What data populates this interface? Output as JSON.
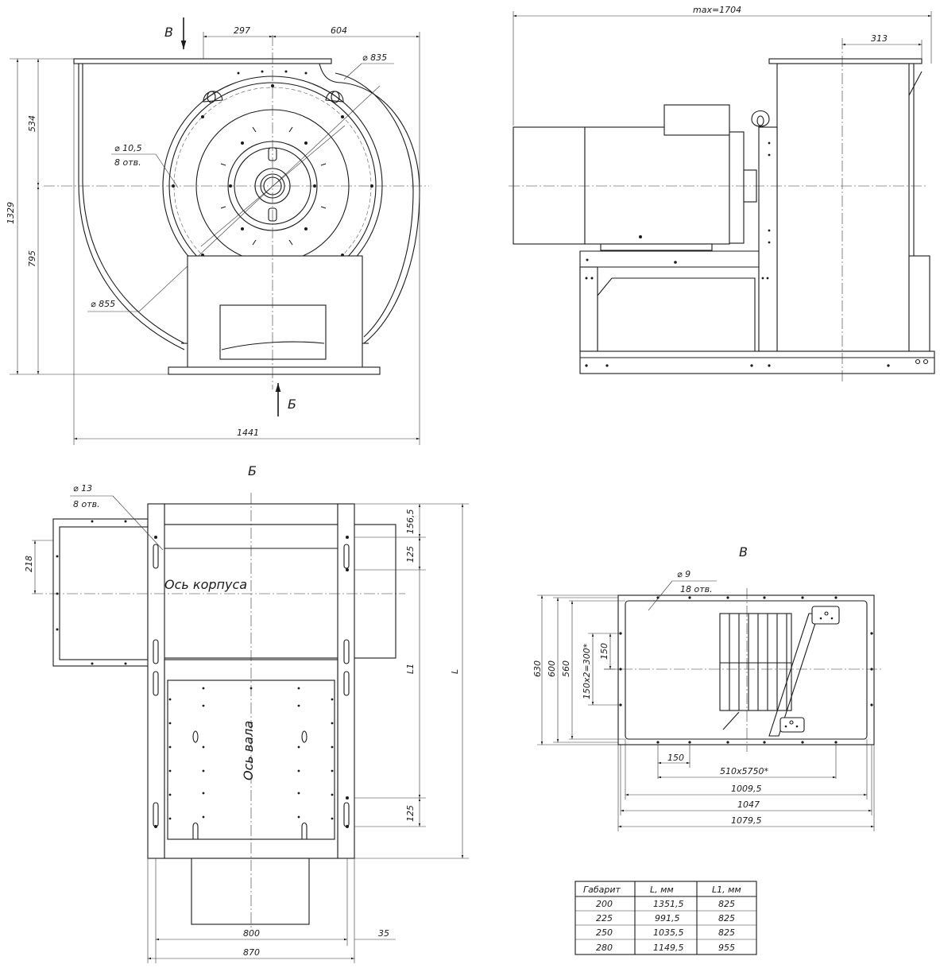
{
  "view_front": {
    "arrow_top_label": "В",
    "arrow_bottom_label": "Б",
    "dim_top_left": "297",
    "dim_top_right": "604",
    "dia_outer": "⌀ 835",
    "dia_holes": "⌀ 10,5",
    "holes_count": "8 отв.",
    "dia_inner": "⌀ 855",
    "dim_height_total": "1329",
    "dim_height_upper": "534",
    "dim_height_lower": "795",
    "dim_width": "1441"
  },
  "view_side": {
    "dim_max": "max=1704",
    "dim_313": "313"
  },
  "view_b": {
    "title": "Б",
    "dia_holes": "⌀ 13",
    "holes_count": "8 отв.",
    "dim_218": "218",
    "label_axis_body": "Ось корпуса",
    "label_axis_shaft": "Ось вала",
    "dim_156": "156,5",
    "dim_125_top": "125",
    "dim_L1": "L1",
    "dim_L": "L",
    "dim_125_bottom": "125",
    "dim_800": "800",
    "dim_35": "35",
    "dim_870": "870"
  },
  "view_v": {
    "title": "В",
    "dia_holes": "⌀ 9",
    "holes_count": "18 отв.",
    "dim_630": "630",
    "dim_600": "600",
    "dim_560": "560",
    "dim_150x2": "150x2=300*",
    "dim_150_v": "150",
    "dim_150_h": "150",
    "dim_510": "510x5750*",
    "dim_1009": "1009,5",
    "dim_1047": "1047",
    "dim_1079": "1079,5"
  },
  "table": {
    "headers": [
      "Габарит",
      "L, мм",
      "L1, мм"
    ],
    "rows": [
      [
        "200",
        "1351,5",
        "825"
      ],
      [
        "225",
        "991,5",
        "825"
      ],
      [
        "250",
        "1035,5",
        "825"
      ],
      [
        "280",
        "1149,5",
        "955"
      ]
    ]
  }
}
